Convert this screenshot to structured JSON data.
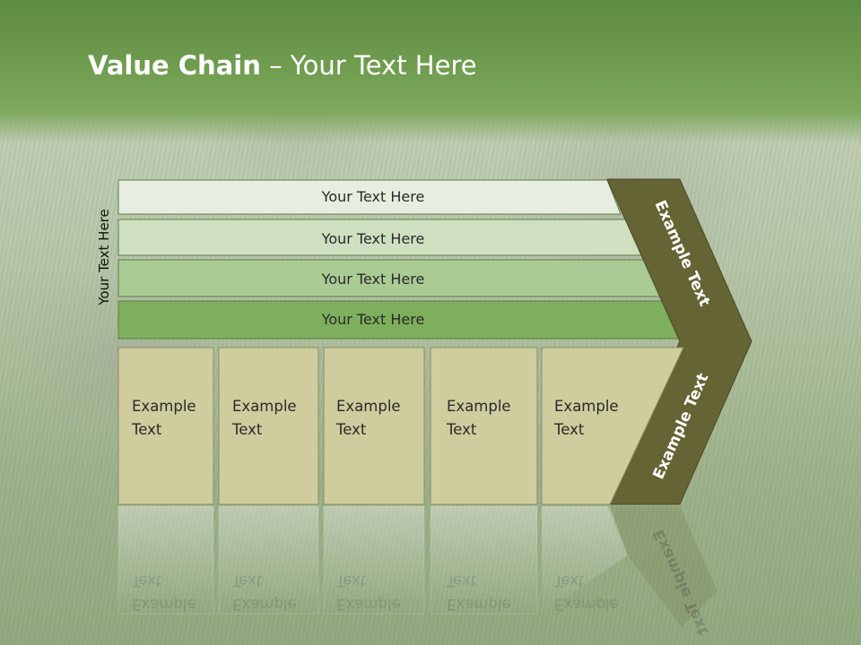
{
  "title": {
    "bold": "Value Chain",
    "rest": " – Your Text Here"
  },
  "side_label": "Your Text Here",
  "bars": [
    {
      "label": "Your Text Here",
      "fill": "#e7eedf"
    },
    {
      "label": "Your Text Here",
      "fill": "#cfe0c0"
    },
    {
      "label": "Your Text Here",
      "fill": "#aacb94"
    },
    {
      "label": "Your Text Here",
      "fill": "#7daf5d"
    }
  ],
  "cells": [
    {
      "line1": "Example",
      "line2": "Text"
    },
    {
      "line1": "Example",
      "line2": "Text"
    },
    {
      "line1": "Example",
      "line2": "Text"
    },
    {
      "line1": "Example",
      "line2": "Text"
    },
    {
      "line1": "Example",
      "line2": "Text"
    }
  ],
  "chevron": {
    "upper_label": "Example Text",
    "lower_label": "Example Text",
    "fill": "#646434"
  },
  "colors": {
    "cell_fill": "#cfcc9e",
    "header": "#6f9c4f"
  }
}
